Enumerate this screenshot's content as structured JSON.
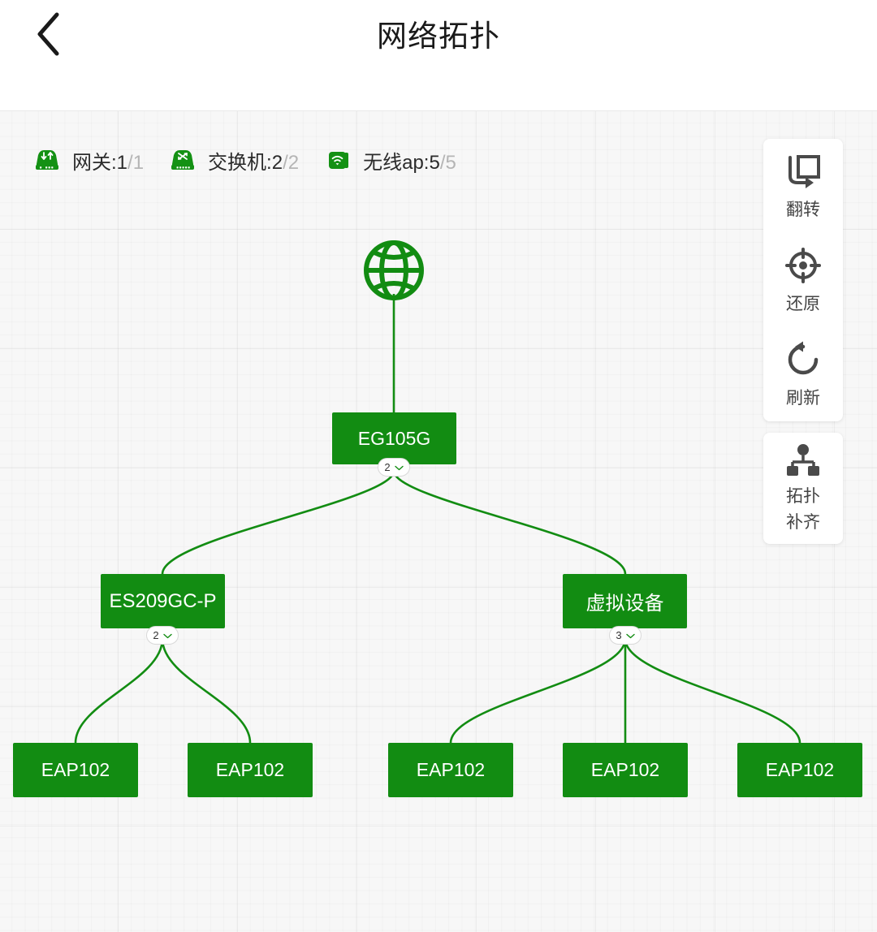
{
  "header": {
    "title": "网络拓扑",
    "back_icon": "chevron-left-icon"
  },
  "legend": {
    "items": [
      {
        "icon": "gateway-device-icon",
        "label": "网关:",
        "count": "1",
        "total": "/1"
      },
      {
        "icon": "switch-device-icon",
        "label": "交换机:",
        "count": "2",
        "total": "/2"
      },
      {
        "icon": "wireless-ap-icon",
        "label": "无线ap:",
        "count": "5",
        "total": "/5"
      }
    ]
  },
  "toolbar": {
    "groups": [
      {
        "buttons": [
          {
            "icon": "flip-icon",
            "label": "翻转"
          },
          {
            "icon": "restore-icon",
            "label": "还原"
          },
          {
            "icon": "refresh-icon",
            "label": "刷新"
          }
        ]
      },
      {
        "buttons": [
          {
            "icon": "topology-complete-icon",
            "label": "拓扑\n补齐",
            "label_line1": "拓扑",
            "label_line2": "补齐"
          }
        ]
      }
    ]
  },
  "topology": {
    "accent_color": "#128c12",
    "internet": {
      "icon": "globe-icon",
      "name": "internet-node"
    },
    "nodes": [
      {
        "id": "eg105g",
        "label": "EG105G",
        "type": "gateway",
        "badge": "2"
      },
      {
        "id": "es209gc-p",
        "label": "ES209GC-P",
        "type": "switch",
        "badge": "2"
      },
      {
        "id": "virtual",
        "label": "虚拟设备",
        "type": "switch",
        "badge": "3"
      },
      {
        "id": "ap1",
        "label": "EAP102",
        "type": "ap"
      },
      {
        "id": "ap2",
        "label": "EAP102",
        "type": "ap"
      },
      {
        "id": "ap3",
        "label": "EAP102",
        "type": "ap"
      },
      {
        "id": "ap4",
        "label": "EAP102",
        "type": "ap"
      },
      {
        "id": "ap5",
        "label": "EAP102",
        "type": "ap"
      }
    ]
  }
}
